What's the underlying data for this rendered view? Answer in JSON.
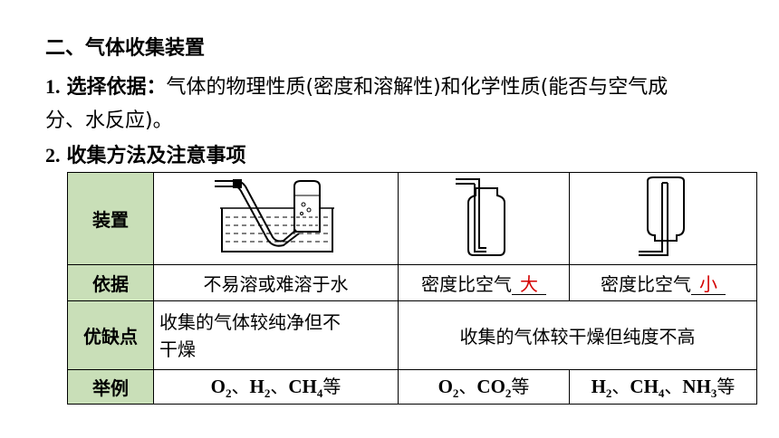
{
  "heading": "二、气体收集装置",
  "point1": {
    "num": "1.",
    "label": "选择依据：",
    "text_line1": "气体的物理性质(密度和溶解性)和化学性质(能否与空气成",
    "text_line2": "分、水反应)。"
  },
  "point2": {
    "num": "2.",
    "label": "收集方法及注意事项"
  },
  "table": {
    "row_headers": [
      "装置",
      "依据",
      "优缺点",
      "举例"
    ],
    "basis": {
      "water": "不易溶或难溶于水",
      "upward_prefix": "密度比空气",
      "upward_fill": "大",
      "downward_prefix": "密度比空气",
      "downward_fill": "小"
    },
    "pros_cons": {
      "water_line1": "收集的气体较纯净但不",
      "water_line2": "干燥",
      "air": "收集的气体较干燥但纯度不高"
    },
    "examples": {
      "water": {
        "f1": "O",
        "s1": "2",
        "sep1": "、",
        "f2": "H",
        "s2": "2",
        "sep2": "、",
        "f3": "CH",
        "s3": "4",
        "tail": "等"
      },
      "upward": {
        "f1": "O",
        "s1": "2",
        "sep1": "、",
        "f2": "CO",
        "s2": "2",
        "tail": "等"
      },
      "downward": {
        "f1": "H",
        "s1": "2",
        "sep1": "、",
        "f2": "CH",
        "s2": "4",
        "sep2": "、",
        "f3": "NH",
        "s3": "3",
        "tail": "等"
      }
    }
  },
  "colors": {
    "header_bg": "#c9dfb8",
    "fill_answer": "#d40000"
  },
  "icons": [
    "water-displacement-apparatus-icon",
    "upward-air-displacement-bottle-icon",
    "downward-air-displacement-bottle-icon"
  ]
}
